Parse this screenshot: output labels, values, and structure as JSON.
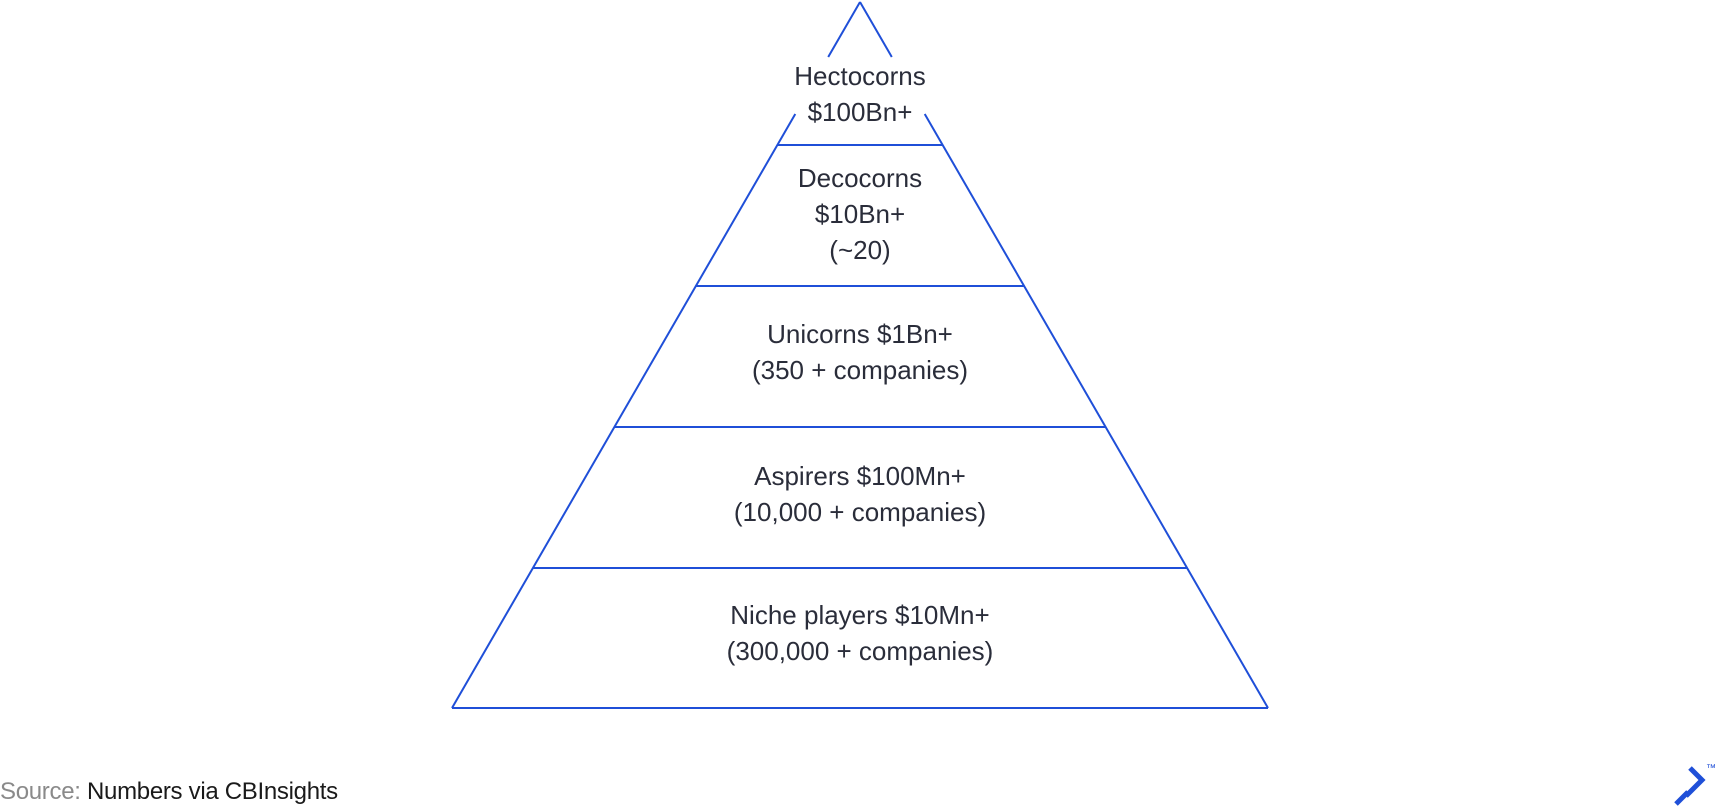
{
  "diagram": {
    "type": "pyramid",
    "line_color": "#1f4fd8",
    "text_color": "#2a2d3a",
    "tiers": [
      {
        "id": "hectocorns",
        "lines": [
          "Hectocorns",
          "$100Bn+"
        ]
      },
      {
        "id": "decocorns",
        "lines": [
          "Decocorns",
          "$10Bn+",
          "(~20)"
        ]
      },
      {
        "id": "unicorns",
        "lines": [
          "Unicorns $1Bn+",
          "(350 + companies)"
        ]
      },
      {
        "id": "aspirers",
        "lines": [
          "Aspirers $100Mn+",
          "(10,000 + companies)"
        ]
      },
      {
        "id": "niche-players",
        "lines": [
          "Niche players $10Mn+",
          "(300,000 + companies)"
        ]
      }
    ]
  },
  "footer": {
    "source_label": "Source:",
    "source_text": "Numbers via CBInsights",
    "logo_icon": "toptal-logo-icon",
    "trademark": "™"
  }
}
